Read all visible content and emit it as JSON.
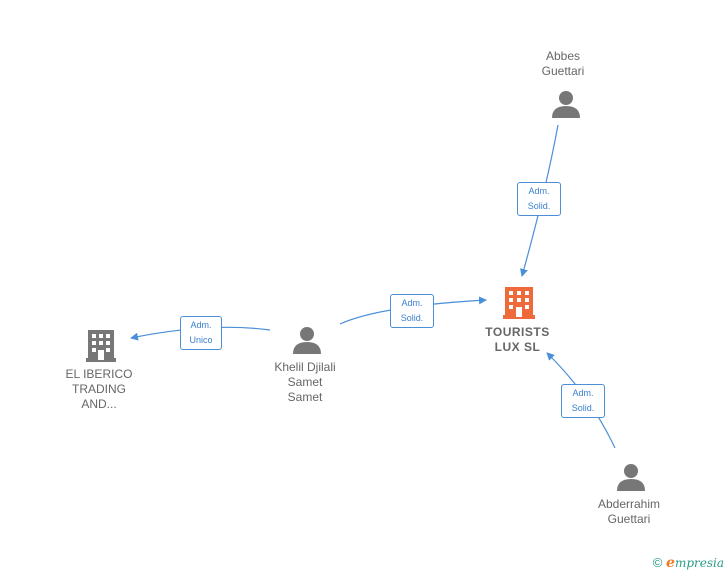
{
  "nodes": {
    "tourists": {
      "line1": "TOURISTS",
      "line2": "LUX  SL",
      "icon": "building-icon",
      "color": "#ee6a3a"
    },
    "el_iberico": {
      "line1": "EL IBERICO",
      "line2": "TRADING",
      "line3": "AND...",
      "icon": "building-icon",
      "color": "#777777"
    },
    "abbes": {
      "line1": "Abbes",
      "line2": "Guettari",
      "icon": "person-icon"
    },
    "khelil": {
      "line1": "Khelil Djilali",
      "line2": "Samet",
      "line3": "Samet",
      "icon": "person-icon"
    },
    "abderrahim": {
      "line1": "Abderrahim",
      "line2": "Guettari",
      "icon": "person-icon"
    }
  },
  "edges": {
    "abbes_to_tourists": {
      "line1": "Adm.",
      "line2": "Solid."
    },
    "khelil_to_tourists": {
      "line1": "Adm.",
      "line2": "Solid."
    },
    "khelil_to_iberico": {
      "line1": "Adm.",
      "line2": "Unico"
    },
    "abderrahim_to_tourists": {
      "line1": "Adm.",
      "line2": "Solid."
    }
  },
  "colors": {
    "edge": "#4a8fd8",
    "person": "#777777",
    "highlight_building": "#ee6a3a"
  },
  "footer": {
    "copyright_symbol": "©",
    "brand_initial": "e",
    "brand_rest": "mpresia"
  }
}
